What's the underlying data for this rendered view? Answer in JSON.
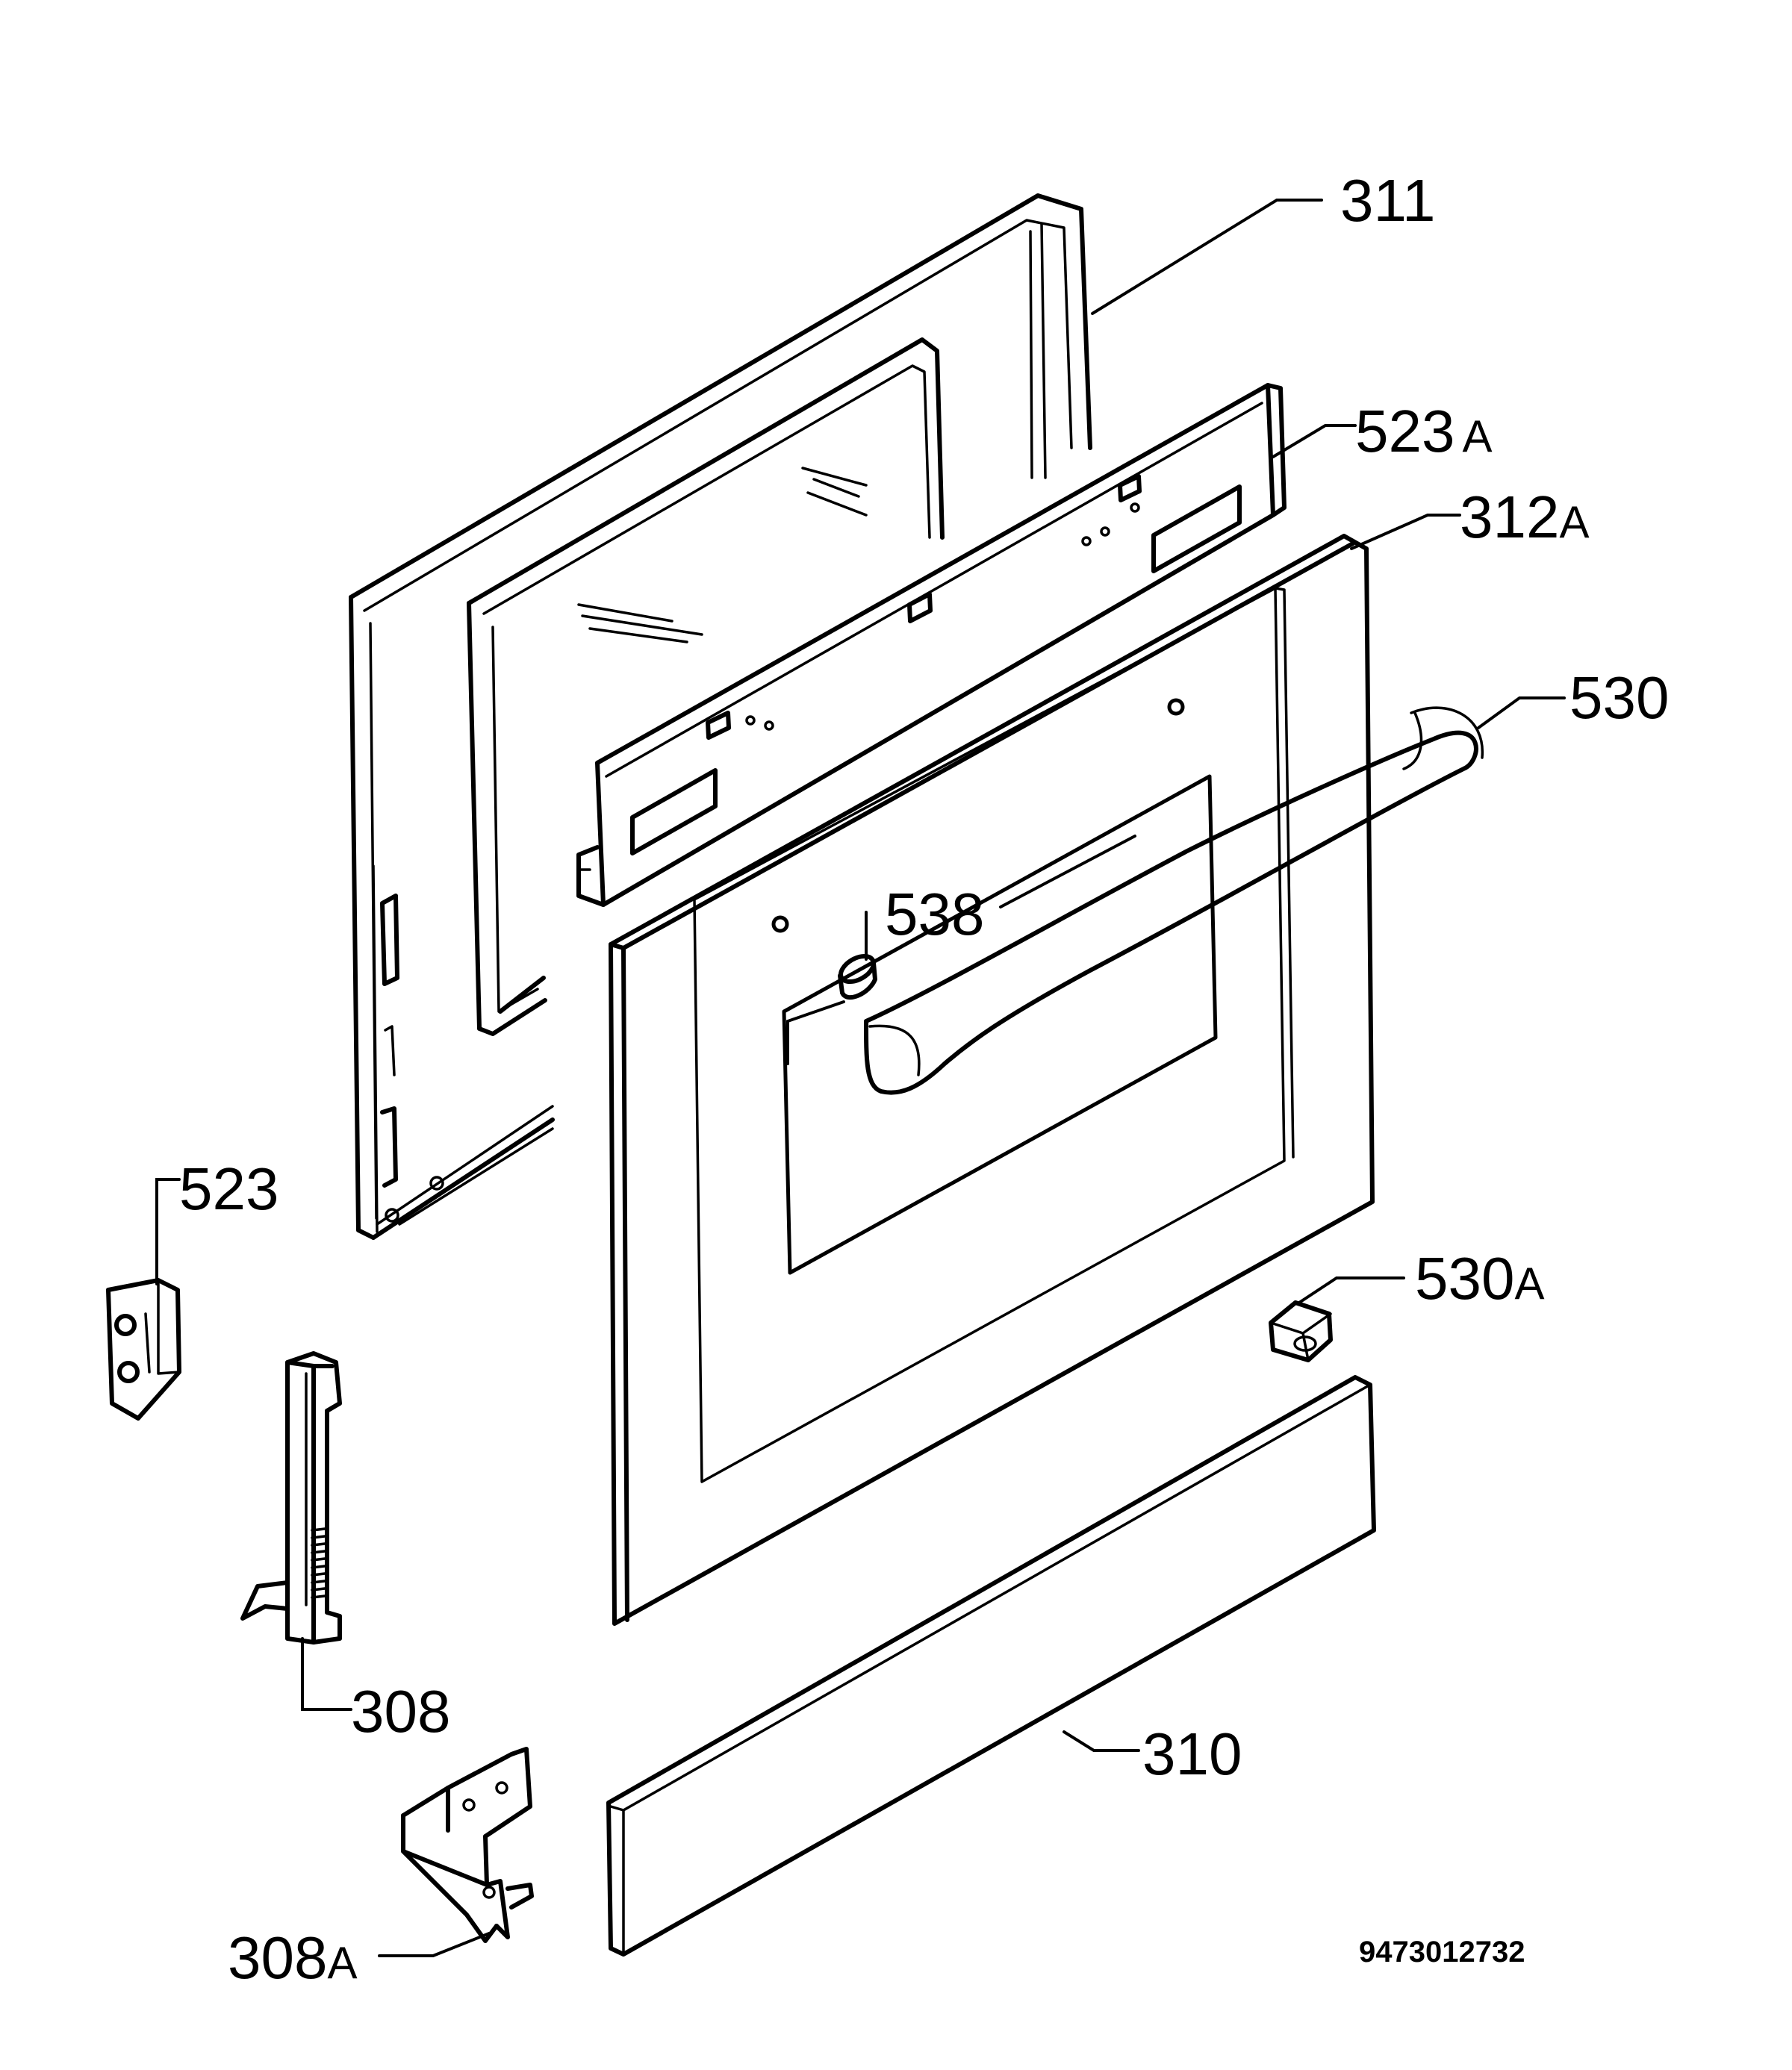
{
  "callouts": {
    "p311": {
      "num": "311",
      "suffix": ""
    },
    "p523A": {
      "num": "523",
      "suffix": "A"
    },
    "p312A": {
      "num": "312",
      "suffix": "A"
    },
    "p530": {
      "num": "530",
      "suffix": ""
    },
    "p538": {
      "num": "538",
      "suffix": ""
    },
    "p523": {
      "num": "523",
      "suffix": ""
    },
    "p530A": {
      "num": "530",
      "suffix": "A"
    },
    "p308": {
      "num": "308",
      "suffix": ""
    },
    "p310": {
      "num": "310",
      "suffix": ""
    },
    "p308A": {
      "num": "308",
      "suffix": "A"
    }
  },
  "document_number": "9473012732"
}
